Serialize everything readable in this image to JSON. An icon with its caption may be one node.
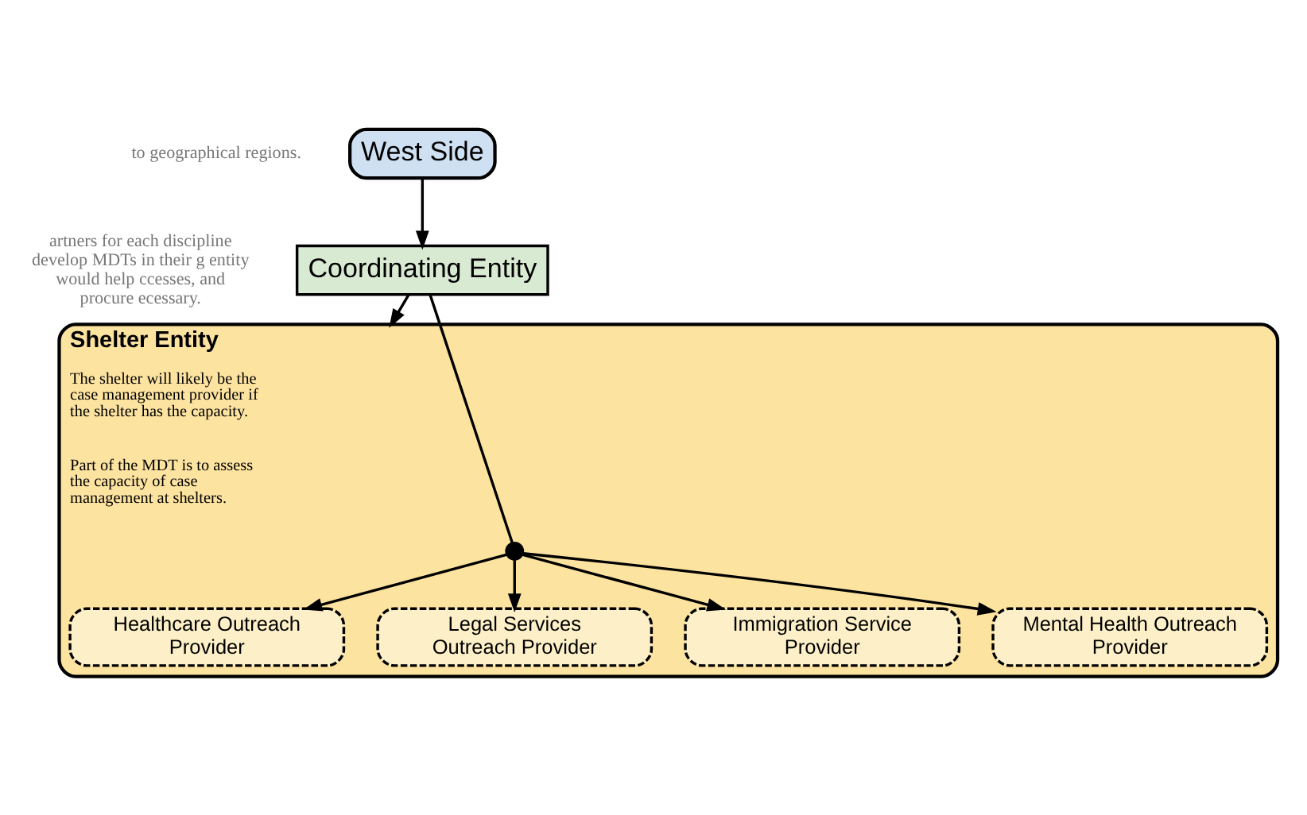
{
  "diagram": {
    "nodes": [
      {
        "text": [
          "West Side"
        ]
      },
      {
        "text": [
          "Coordinating Entity"
        ]
      },
      {
        "text": [
          "Shelter Entity",
          "The shelter will likely be the case management provider if the shelter has the capacity.",
          "Part of the MDT is to assess the capacity of case management at shelters."
        ]
      },
      {
        "text": [
          "Healthcare Outreach Provider"
        ],
        "in": 2
      },
      {
        "text": [
          "Legal Services Outreach Provider"
        ],
        "in": 2
      },
      {
        "text": [
          "Immigration Service Provider"
        ],
        "in": 2
      },
      {
        "text": [
          "Mental Health Outreach Provider"
        ],
        "in": 2
      },
      {
        "text": [],
        "shape": "circle",
        "in": 2
      }
    ],
    "edges": [
      {
        "from": 0,
        "to": 1,
        "arrow": "to"
      },
      {
        "from": 1,
        "to": 2,
        "arrow": "to"
      },
      {
        "from": 1,
        "to": 7,
        "arrow": "none"
      },
      {
        "from": 7,
        "to": 3,
        "arrow": "to"
      },
      {
        "from": 7,
        "to": 4,
        "arrow": "to"
      },
      {
        "from": 7,
        "to": 5,
        "arrow": "to"
      },
      {
        "from": 7,
        "to": 6,
        "arrow": "to"
      }
    ],
    "labels": [
      "to geographical regions.",
      "artners for each discipline develop MDTs in their g entity would help ccesses, and procure ecessary."
    ]
  }
}
